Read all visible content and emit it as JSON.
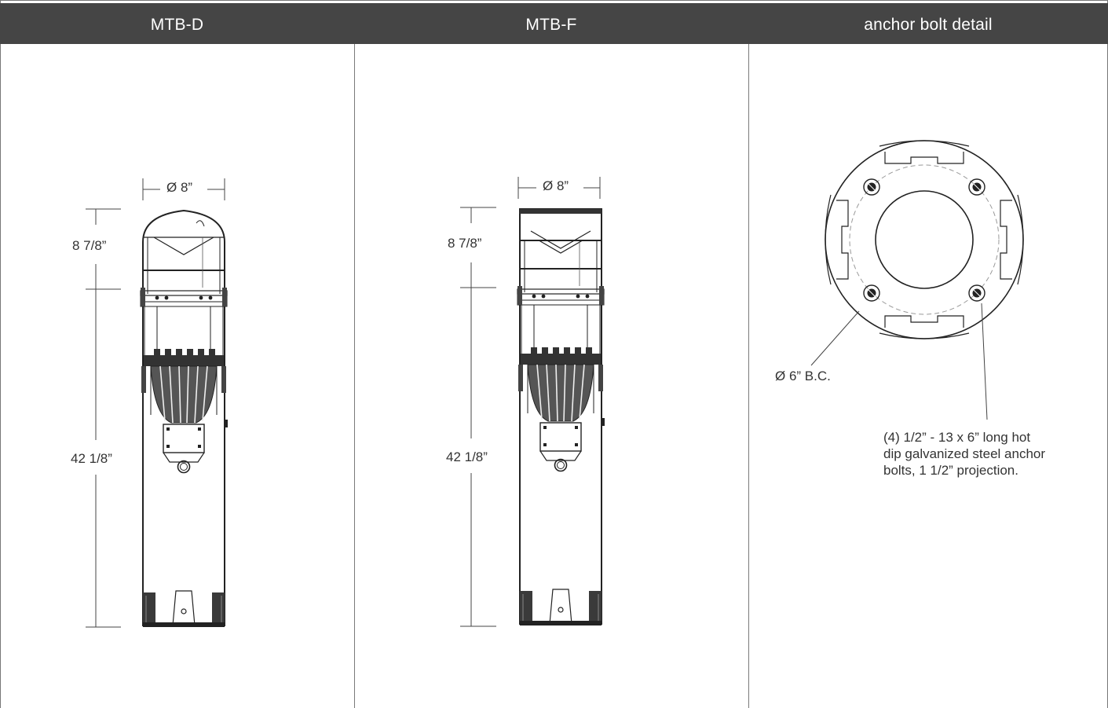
{
  "header": {
    "columns": [
      "MTB-D",
      "MTB-F",
      "anchor bolt detail"
    ],
    "background": "#454545"
  },
  "mtb_d": {
    "diameter": "Ø 8”",
    "top_height": "8 7/8”",
    "total_height": "42 1/8”"
  },
  "mtb_f": {
    "diameter": "Ø 8”",
    "top_height": "8 7/8”",
    "total_height": "42 1/8”"
  },
  "anchor": {
    "bolt_circle": "Ø 6” B.C.",
    "note_line1": "(4) 1/2” - 13 x 6” long hot",
    "note_line2": "dip galvanized steel anchor",
    "note_line3": "bolts, 1 1/2” projection."
  }
}
